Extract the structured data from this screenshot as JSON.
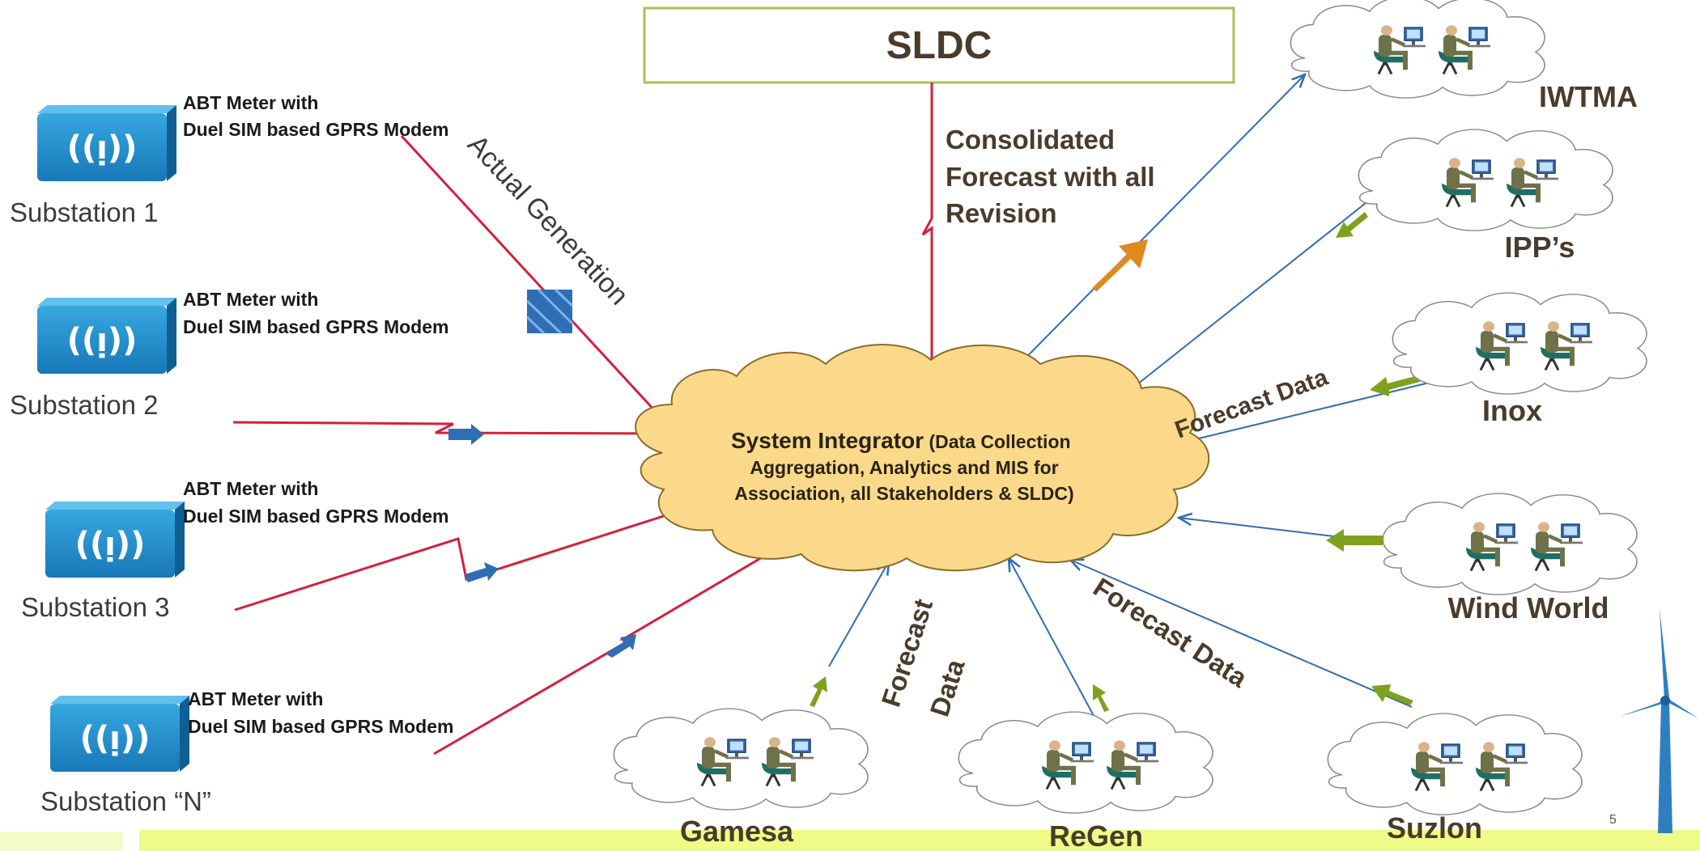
{
  "sldc": {
    "title": "SLDC"
  },
  "consolidated": {
    "line1": "Consolidated",
    "line2": "Forecast with all",
    "line3": "Revision"
  },
  "actual_generation": "Actual Generation",
  "system_integrator": {
    "line1_bold": "System Integrator",
    "line1_rest": " (Data Collection",
    "line2": "Aggregation, Analytics and MIS for",
    "line3": "Association, all Stakeholders & SLDC)"
  },
  "substations": [
    {
      "label": "Substation 1",
      "meter1": "ABT Meter with",
      "meter2": "Duel SIM based GPRS Modem"
    },
    {
      "label": "Substation 2",
      "meter1": "ABT Meter with",
      "meter2": "Duel SIM based GPRS Modem"
    },
    {
      "label": "Substation 3",
      "meter1": "ABT Meter with",
      "meter2": "Duel SIM based  GPRS Modem"
    },
    {
      "label": "Substation “N”",
      "meter1": "ABT Meter with",
      "meter2": "Duel SIM based GPRS Modem"
    }
  ],
  "stakeholders": [
    {
      "label": "IWTMA"
    },
    {
      "label": "IPP’s"
    },
    {
      "label": "Inox"
    },
    {
      "label": "Wind World"
    },
    {
      "label": "Suzlon"
    },
    {
      "label": "ReGen"
    },
    {
      "label": "Gamesa"
    }
  ],
  "forecast_labels": {
    "right": "Forecast Data",
    "bottom_mid": "Forecast Data",
    "bottom_left_1": "Forecast",
    "bottom_left_2": "Data"
  },
  "page_number": "5",
  "colors": {
    "red_line": "#d5203c",
    "blue_line": "#2f6db5",
    "cloud_fill": "#fbd98a",
    "green_arrow": "#7fa21e",
    "orange_arrow": "#e08a1e",
    "footer_bar": "#eefb87"
  }
}
